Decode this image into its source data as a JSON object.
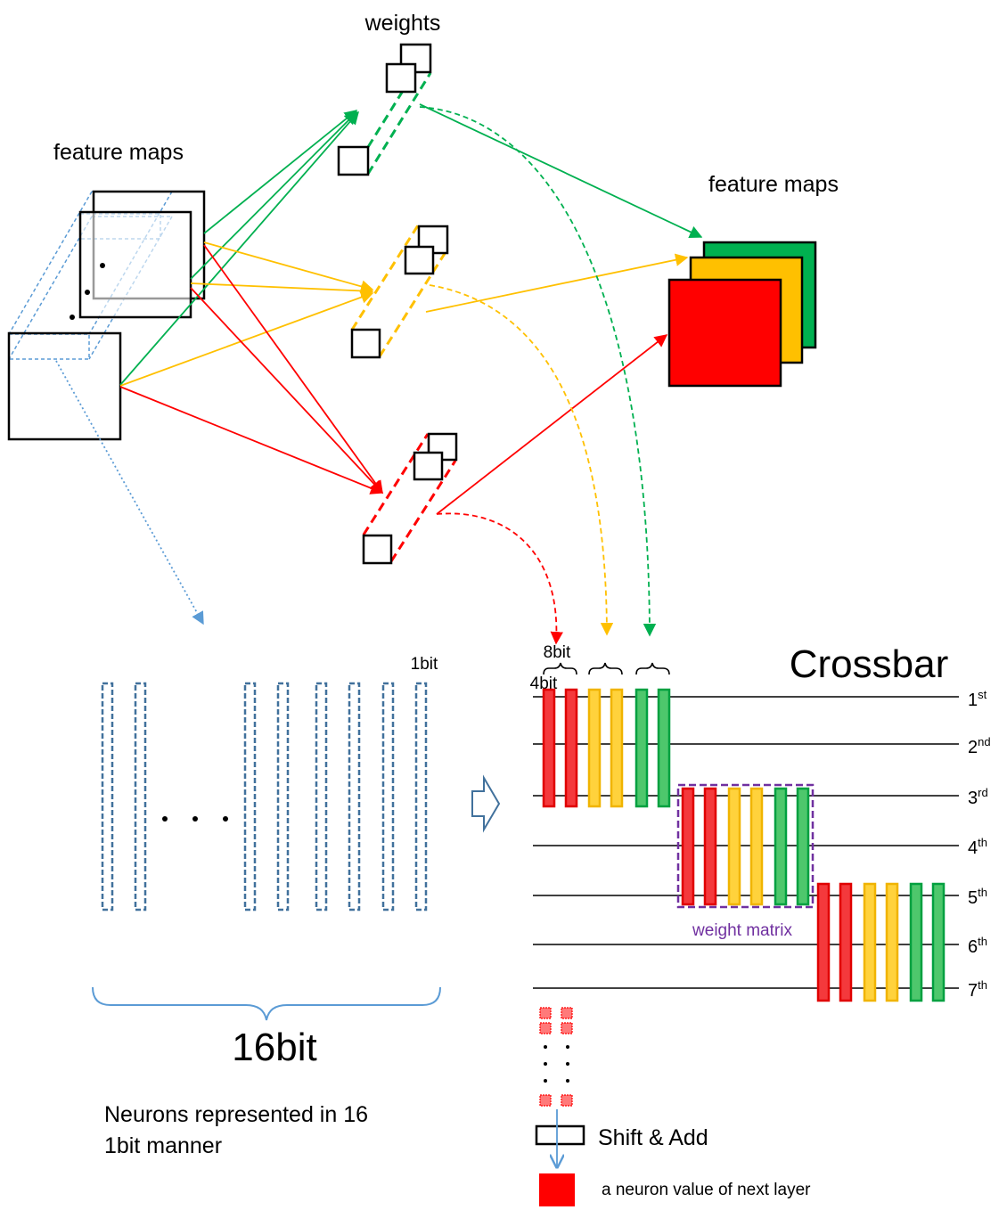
{
  "labels": {
    "weights": "weights",
    "feature_maps_in": "feature maps",
    "feature_maps_out": "feature maps",
    "crossbar": "Crossbar",
    "one_bit": "1bit",
    "eight_bit": "8bit",
    "four_bit": "4bit",
    "sixteen_bit": "16bit",
    "neurons_line1": "Neurons represented in 16",
    "neurons_line2": "1bit manner",
    "weight_matrix": "weight matrix",
    "shift_add": "Shift & Add",
    "neuron_value": "a neuron value of next layer"
  },
  "rows": [
    {
      "num": "1",
      "sup": "st"
    },
    {
      "num": "2",
      "sup": "nd"
    },
    {
      "num": "3",
      "sup": "rd"
    },
    {
      "num": "4",
      "sup": "th"
    },
    {
      "num": "5",
      "sup": "th"
    },
    {
      "num": "6",
      "sup": "th"
    },
    {
      "num": "7",
      "sup": "th"
    }
  ],
  "colors": {
    "red": "#ff0000",
    "yellow": "#ffc000",
    "green": "#00b050",
    "blue": "#2e75b6",
    "purple": "#7030a0",
    "bar_red": "#f4393c",
    "bar_yellow": "#ffd23c",
    "bar_green": "#4ec76c"
  }
}
